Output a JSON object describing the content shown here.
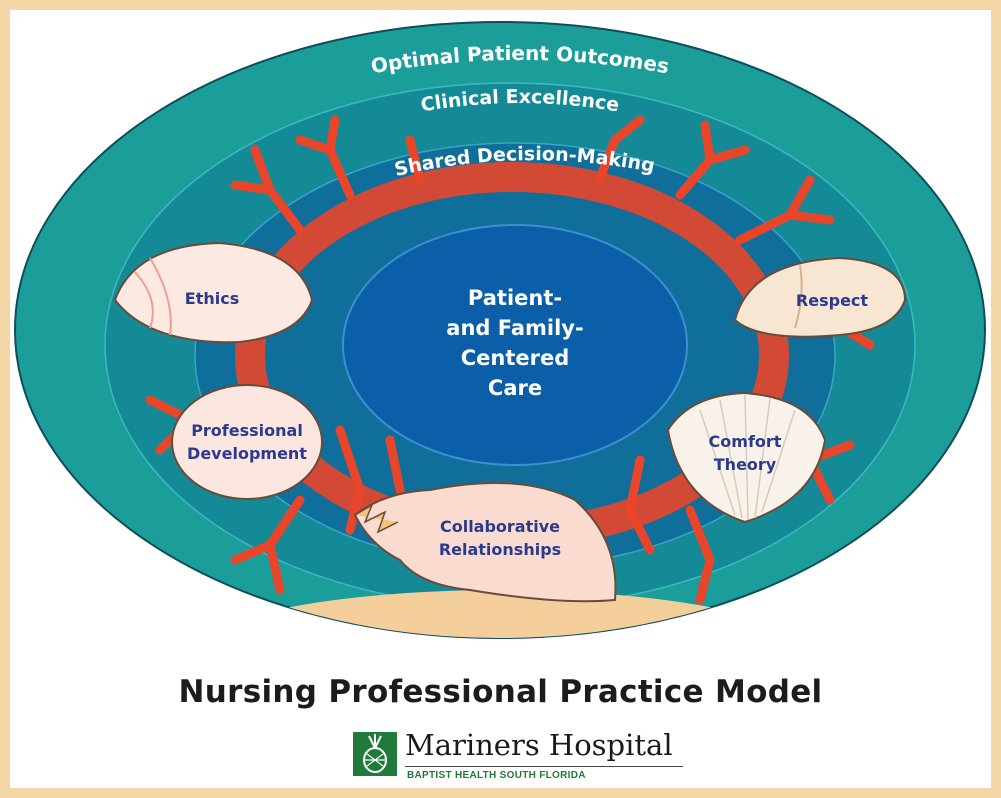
{
  "diagram": {
    "rings": {
      "outer": "Optimal Patient Outcomes",
      "middle": "Clinical Excellence",
      "inner": "Shared Decision-Making"
    },
    "center": {
      "lines": [
        "Patient-",
        "and Family-",
        "Centered",
        "Care"
      ]
    },
    "shells": {
      "ethics": "Ethics",
      "respect": "Respect",
      "professional_development": [
        "Professional",
        "Development"
      ],
      "comfort_theory": [
        "Comfort",
        "Theory"
      ],
      "collaborative_relationships": [
        "Collaborative",
        "Relationships"
      ]
    }
  },
  "title": "Nursing Professional Practice Model",
  "logo": {
    "name": "Mariners Hospital",
    "subtitle": "BAPTIST HEALTH SOUTH FLORIDA"
  },
  "colors": {
    "page_border": "#f3d6a6",
    "outer_ring": "#1b9e9a",
    "middle_ring": "#148a96",
    "inner_ring": "#0f6f9a",
    "center": "#0b5ea8",
    "coral": "#e8452a",
    "sand": "#f4cf9b",
    "shell_text": "#2b3a8f",
    "logo_green": "#1f7a3c"
  }
}
